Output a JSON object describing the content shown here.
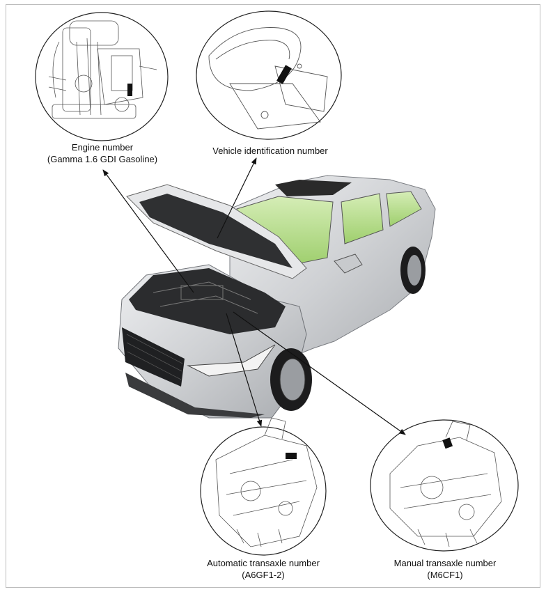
{
  "labels": {
    "engine": {
      "line1": "Engine number",
      "line2": "(Gamma 1.6 GDI Gasoline)"
    },
    "vin": {
      "line1": "Vehicle identification number"
    },
    "auto_transaxle": {
      "line1": "Automatic transaxle number",
      "line2": "(A6GF1-2)"
    },
    "manual_transaxle": {
      "line1": "Manual transaxle number",
      "line2": "(M6CF1)"
    }
  },
  "colors": {
    "outline": "#222222",
    "glass": "#b9e08a",
    "body": "#d9dadc",
    "marker": "#111111"
  },
  "icons": {
    "engine_detail": "engine-bay-drawing",
    "vin_detail": "cowl-panel-drawing",
    "auto_detail": "automatic-transaxle-drawing",
    "manual_detail": "manual-transaxle-drawing",
    "vehicle": "sedan-hood-open-photo"
  }
}
